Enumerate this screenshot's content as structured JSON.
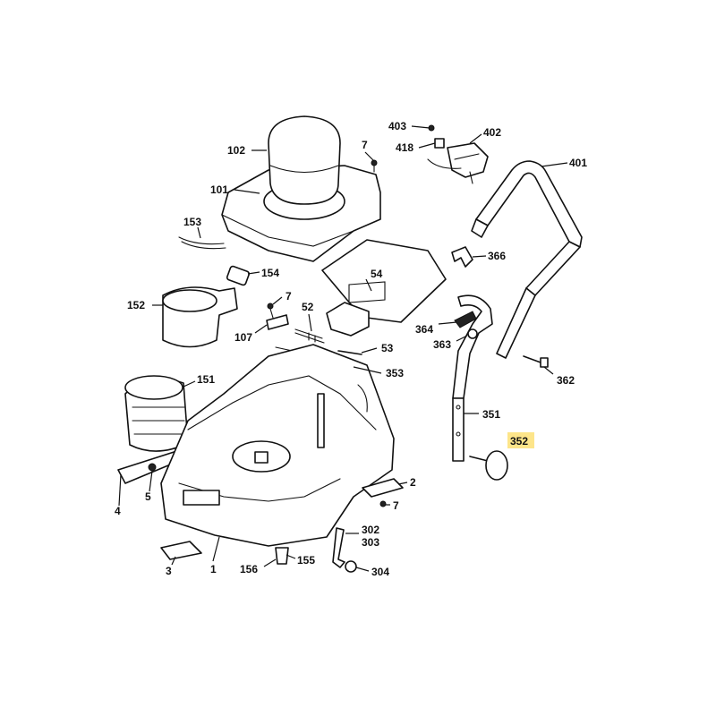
{
  "diagram": {
    "highlight_color": "#fde58a",
    "labels": {
      "l1": "1",
      "l2": "2",
      "l3": "3",
      "l4": "4",
      "l5": "5",
      "l7a": "7",
      "l7b": "7",
      "l7c": "7",
      "l52": "52",
      "l53": "53",
      "l54": "54",
      "l101": "101",
      "l102": "102",
      "l107": "107",
      "l151": "151",
      "l152": "152",
      "l153": "153",
      "l154": "154",
      "l155": "155",
      "l156": "156",
      "l302": "302",
      "l303": "303",
      "l304": "304",
      "l351": "351",
      "l352": "352",
      "l353": "353",
      "l362": "362",
      "l363": "363",
      "l364": "364",
      "l366": "366",
      "l401": "401",
      "l402": "402",
      "l403": "403",
      "l418": "418"
    }
  }
}
